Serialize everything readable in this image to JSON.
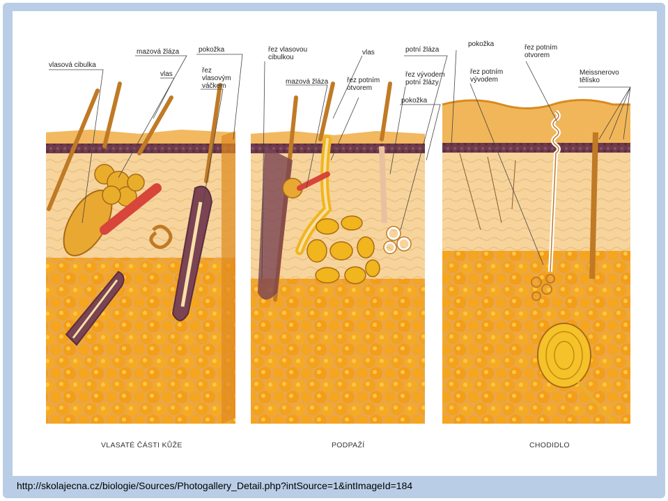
{
  "panels": [
    {
      "caption": "VLASATÉ ČÁSTI KŮŽE",
      "labels": [
        "vlasová cibulka",
        "mazová žláza",
        "pokožka",
        "vlas",
        "řez\nvlasovým\nváčkem"
      ]
    },
    {
      "caption": "PODPAŽÍ",
      "labels": [
        "řez vlasovou\ncibulkou",
        "vlas",
        "potní žláza",
        "mazová žláza",
        "řez potním\notvorem",
        "řez vývodem\npotní žlázy",
        "pokožka"
      ]
    },
    {
      "caption": "CHODIDLO",
      "labels": [
        "pokožka",
        "řez potním\notvorem",
        "řez potním\nvývodem",
        "Meissnerovo\ntělísko"
      ]
    }
  ],
  "source_url": "http://skolajecna.cz/biologie/Sources/Photogallery_Detail.php?intSource=1&intImageId=184",
  "colors": {
    "frame_blue": "#b9cde6",
    "fat_orange": "#f4a21c",
    "fat_light": "#fbc648",
    "tissue": "#f6d49c",
    "epidermis_dark": "#6e3a4c",
    "hair": "#c07a25",
    "gland_yellow": "#f1b51d",
    "muscle_red": "#d8453b"
  }
}
